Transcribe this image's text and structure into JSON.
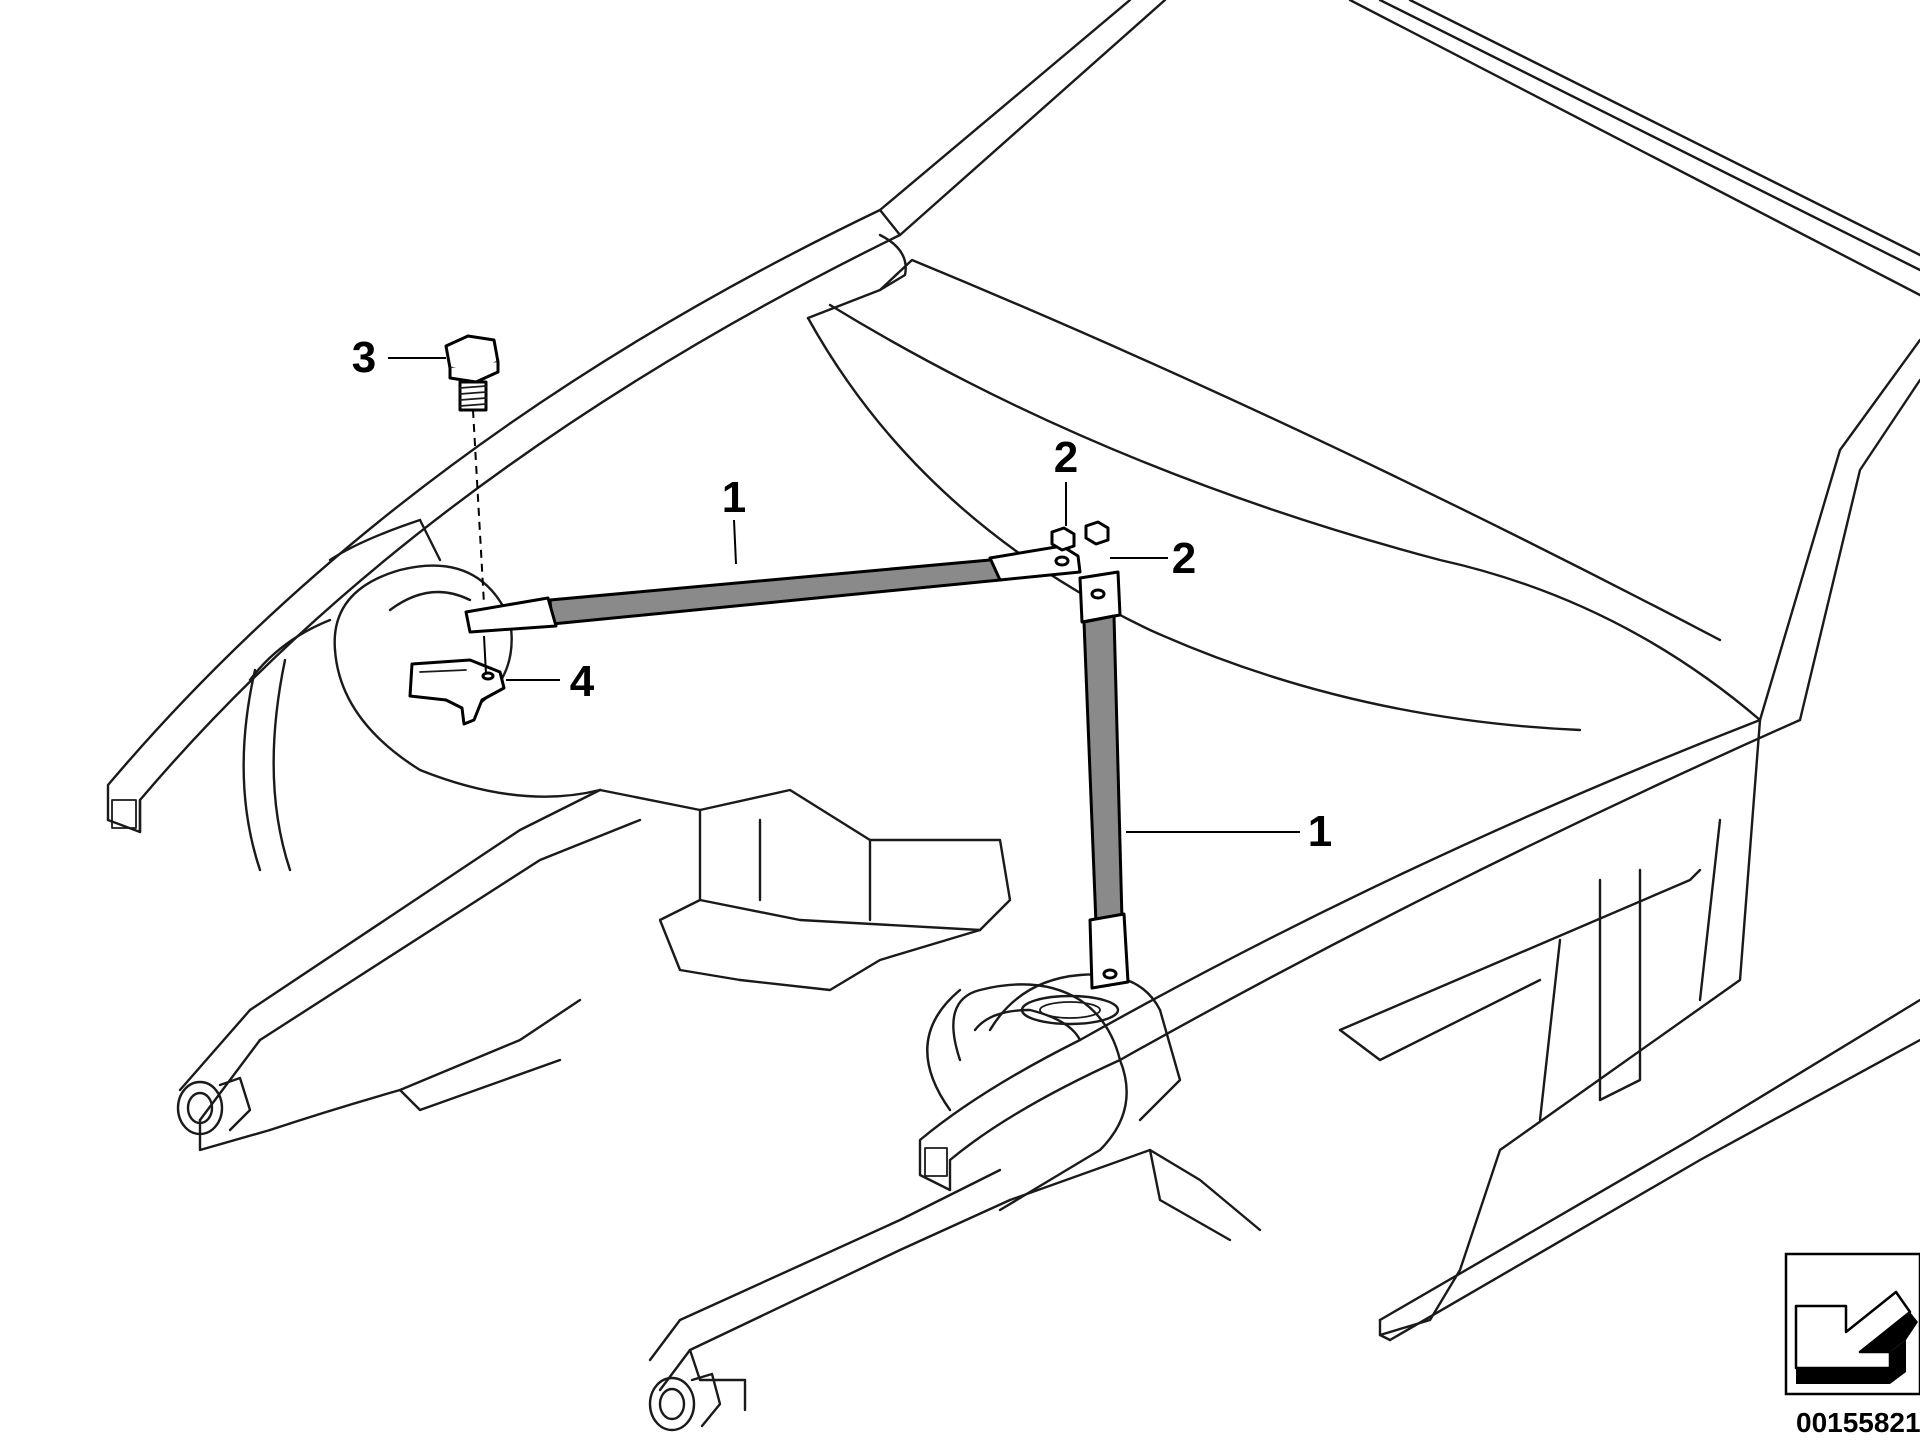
{
  "diagram": {
    "callouts": [
      {
        "id": "callout-1-upper",
        "label": "1"
      },
      {
        "id": "callout-1-lower",
        "label": "1"
      },
      {
        "id": "callout-2-upper",
        "label": "2"
      },
      {
        "id": "callout-2-lower",
        "label": "2"
      },
      {
        "id": "callout-3",
        "label": "3"
      },
      {
        "id": "callout-4",
        "label": "4"
      }
    ],
    "catalog_number": "00155821",
    "direction_icon": "front-direction-arrow-icon"
  }
}
